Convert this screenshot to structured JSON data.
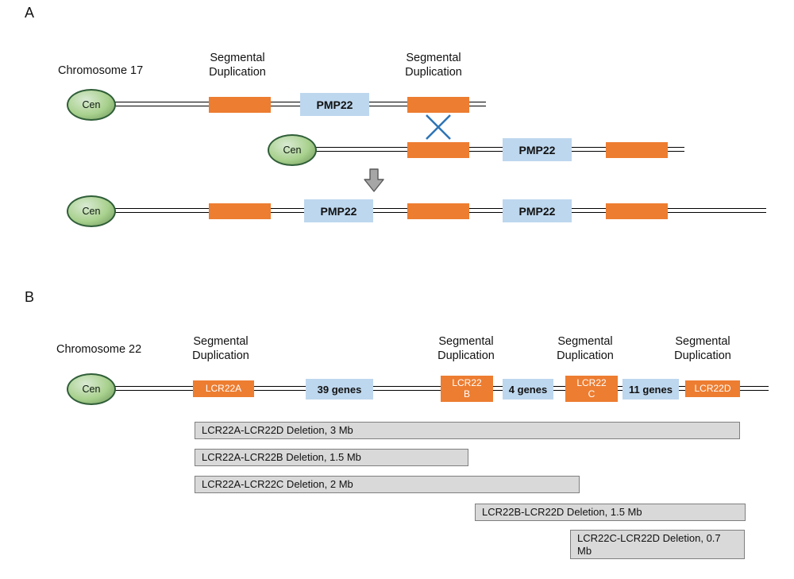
{
  "panel_a": {
    "label": "A",
    "chromosome_label": "Chromosome 17",
    "segdup_labels": [
      "Segmental Duplication",
      "Segmental Duplication"
    ],
    "cen": "Cen",
    "gene": "PMP22"
  },
  "panel_b": {
    "label": "B",
    "chromosome_label": "Chromosome 22",
    "segdup_labels": [
      "Segmental Duplication",
      "Segmental Duplication",
      "Segmental Duplication",
      "Segmental Duplication"
    ],
    "cen": "Cen",
    "blocks": [
      {
        "type": "orange",
        "label": "LCR22A"
      },
      {
        "type": "blue",
        "label": "39 genes"
      },
      {
        "type": "orange",
        "label": "LCR22 B"
      },
      {
        "type": "blue",
        "label": "4 genes"
      },
      {
        "type": "orange",
        "label": "LCR22 C"
      },
      {
        "type": "blue",
        "label": "11 genes"
      },
      {
        "type": "orange",
        "label": "LCR22D"
      }
    ],
    "deletions": [
      "LCR22A-LCR22D Deletion, 3 Mb",
      "LCR22A-LCR22B Deletion, 1.5 Mb",
      "LCR22A-LCR22C Deletion, 2 Mb",
      "LCR22B-LCR22D Deletion, 1.5 Mb",
      "LCR22C-LCR22D Deletion, 0.7 Mb"
    ]
  },
  "icons": {
    "crossover": "crossover-x-icon",
    "arrow": "down-arrow-icon"
  },
  "colors": {
    "orange_block": "#ed7d31",
    "blue_block": "#bdd7ee",
    "centromere_green": "#a9d18e",
    "deletion_bar": "#d9d9d9",
    "crossover_blue": "#2e75b6",
    "arrow_gray": "#a6a6a6"
  }
}
